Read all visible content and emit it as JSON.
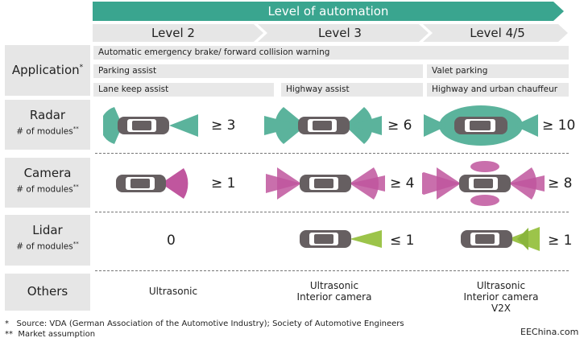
{
  "banner": {
    "title": "Level of automation"
  },
  "levels": [
    "Level 2",
    "Level 3",
    "Level 4/5"
  ],
  "application": {
    "label": "Application",
    "mark": "*",
    "bars": [
      "Automatic emergency brake/ forward collision warning",
      "Parking assist",
      "Valet parking",
      "Lane keep assist",
      "Highway assist",
      "Highway and urban chauffeur"
    ]
  },
  "rows": {
    "radar": {
      "label": "Radar",
      "sub": "# of modules",
      "mark": "**",
      "counts": [
        "≥ 3",
        "≥ 6",
        "≥ 10"
      ]
    },
    "camera": {
      "label": "Camera",
      "sub": "# of modules",
      "mark": "**",
      "counts": [
        "≥ 1",
        "≥ 4",
        "≥ 8"
      ]
    },
    "lidar": {
      "label": "Lidar",
      "sub": "# of modules",
      "mark": "**",
      "counts": [
        "0",
        "≤ 1",
        "≥ 1"
      ]
    },
    "others": {
      "label": "Others",
      "items": [
        "Ultrasonic",
        "Ultrasonic\nInterior camera",
        "Ultrasonic\nInterior camera\nV2X"
      ]
    }
  },
  "footnotes": [
    "*   Source: VDA (German Association of the Automotive Industry); Society of Automotive Engineers",
    "**  Market assumption"
  ],
  "watermark": "EEChina.com",
  "colors": {
    "banner": "#3aa58f",
    "level_bg": "#e6e6e6",
    "radar": "#5bb39c",
    "camera": "#c0569e",
    "lidar": "#9cc44a",
    "car": "#665f61"
  }
}
